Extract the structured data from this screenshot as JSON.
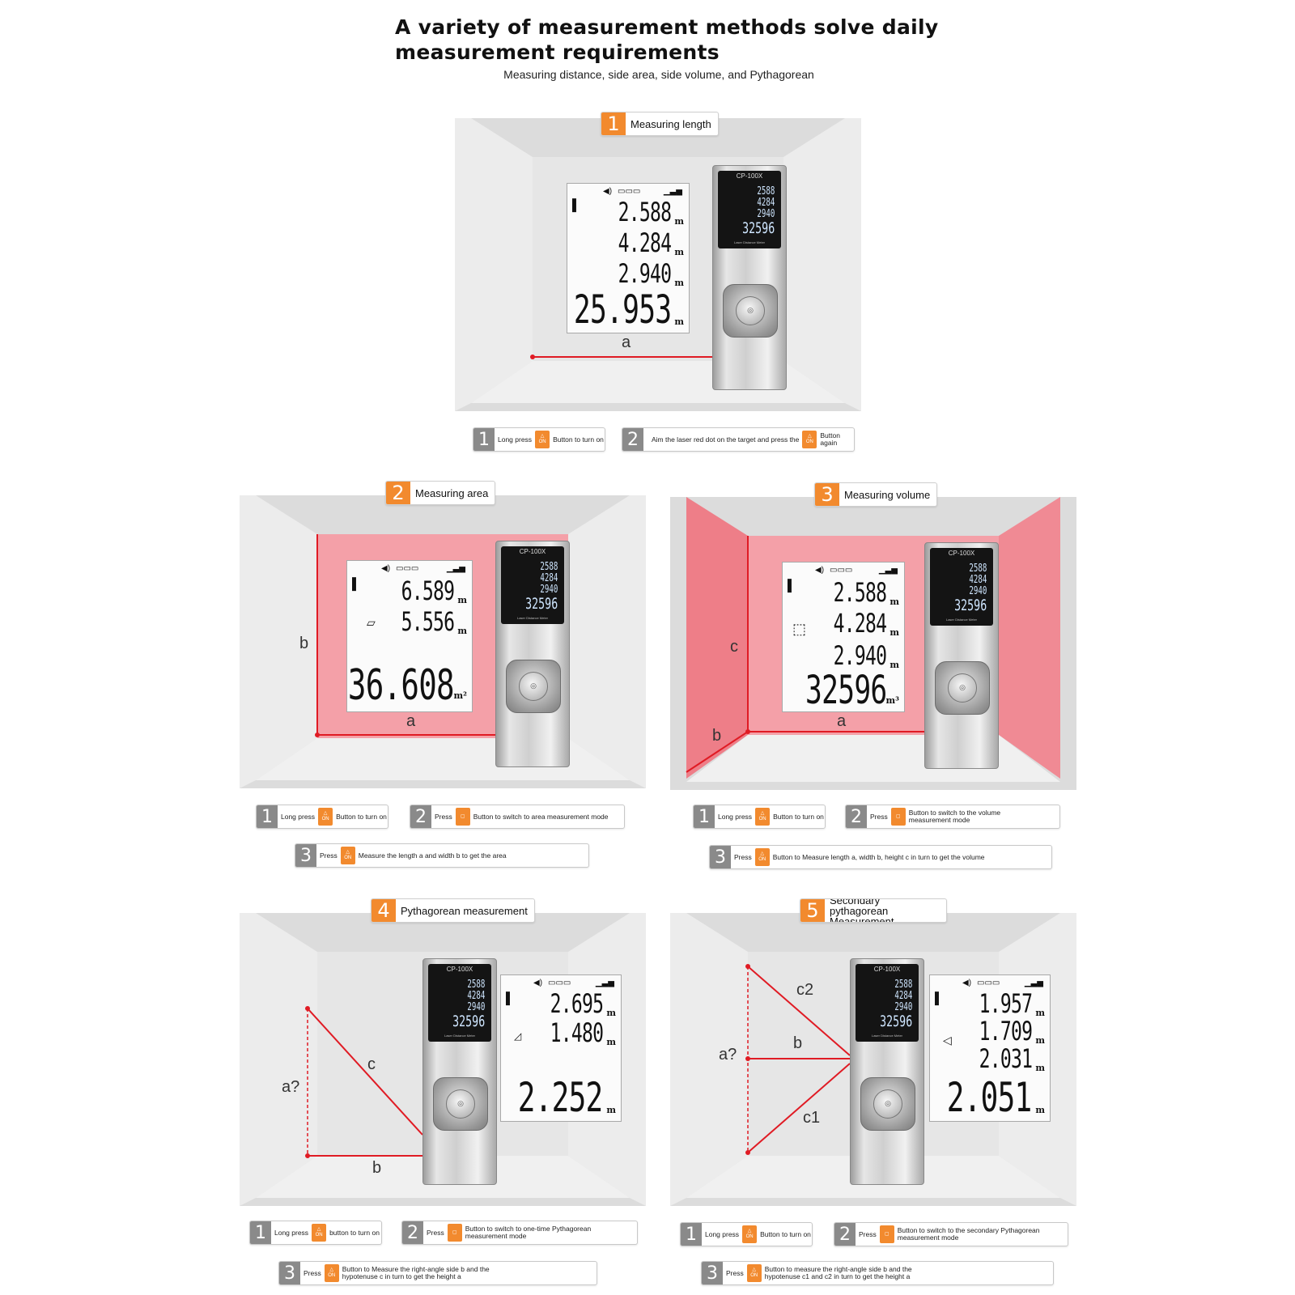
{
  "header": {
    "title_line1": "A variety of measurement methods solve daily",
    "title_line2": "measurement requirements",
    "subtitle": "Measuring distance, side area, side volume, and Pythagorean"
  },
  "device": {
    "model": "CP-100X",
    "footer": "Laser Distance Meter",
    "mini_readings": [
      "2588",
      "4284",
      "2940",
      "32596"
    ]
  },
  "colors": {
    "accent": "#f28a2e",
    "laser": "#e01b24",
    "highlight": "#f4858f"
  },
  "sections": [
    {
      "num": "1",
      "title": "Measuring length",
      "readings": [
        "2.588",
        "4.284",
        "2.940",
        "25.953"
      ],
      "units": [
        "m",
        "m",
        "m",
        "m"
      ],
      "labels": [
        "a"
      ],
      "steps": [
        {
          "num": "1",
          "before": "Long press",
          "icon": "ON",
          "after": "Button to turn on"
        },
        {
          "num": "2",
          "before": "Aim the laser red dot on the target and press the",
          "icon": "ON",
          "after": "Button again"
        }
      ]
    },
    {
      "num": "2",
      "title": "Measuring area",
      "readings": [
        "6.589",
        "5.556",
        "36.608"
      ],
      "units": [
        "m",
        "m",
        "m²"
      ],
      "labels": [
        "a",
        "b"
      ],
      "steps": [
        {
          "num": "1",
          "before": "Long press",
          "icon": "ON",
          "after": "Button to turn on"
        },
        {
          "num": "2",
          "before": "Press",
          "icon": "",
          "after": "Button to switch to area measurement mode"
        },
        {
          "num": "3",
          "before": "Press",
          "icon": "ON",
          "after": "Measure the length a and width b to get the area"
        }
      ]
    },
    {
      "num": "3",
      "title": "Measuring volume",
      "readings": [
        "2.588",
        "4.284",
        "2.940",
        "32596"
      ],
      "units": [
        "m",
        "m",
        "m",
        "m³"
      ],
      "labels": [
        "a",
        "b",
        "c"
      ],
      "steps": [
        {
          "num": "1",
          "before": "Long press",
          "icon": "ON",
          "after": "Button to turn on"
        },
        {
          "num": "2",
          "before": "Press",
          "icon": "",
          "after": "Button to switch to the volume measurement mode"
        },
        {
          "num": "3",
          "before": "Press",
          "icon": "ON",
          "after": "Button to Measure length a, width b, height c in turn to get the volume"
        }
      ]
    },
    {
      "num": "4",
      "title": "Pythagorean measurement",
      "readings": [
        "2.695",
        "1.480",
        "2.252"
      ],
      "units": [
        "m",
        "m",
        "m"
      ],
      "labels": [
        "a?",
        "b",
        "c"
      ],
      "steps": [
        {
          "num": "1",
          "before": "Long press",
          "icon": "ON",
          "after": "button to turn on"
        },
        {
          "num": "2",
          "before": "Press",
          "icon": "",
          "after": "Button to switch to one-time Pythagorean measurement mode"
        },
        {
          "num": "3",
          "before": "Press",
          "icon": "ON",
          "after": "Button to Measure the right-angle side b and the hypotenuse c in turn to get the height a"
        }
      ]
    },
    {
      "num": "5",
      "title": "Secondary pythagorean Measurement",
      "readings": [
        "1.957",
        "1.709",
        "2.031",
        "2.051"
      ],
      "units": [
        "m",
        "m",
        "m",
        "m"
      ],
      "labels": [
        "a?",
        "b",
        "c1",
        "c2"
      ],
      "steps": [
        {
          "num": "1",
          "before": "Long press",
          "icon": "ON",
          "after": "Button to turn on"
        },
        {
          "num": "2",
          "before": "Press",
          "icon": "",
          "after": "Button to switch to the secondary Pythagorean measurement mode"
        },
        {
          "num": "3",
          "before": "Press",
          "icon": "ON",
          "after": "Button to measure the right-angle side b and the hypotenuse c1 and c2 in turn to get the height a"
        }
      ]
    }
  ]
}
